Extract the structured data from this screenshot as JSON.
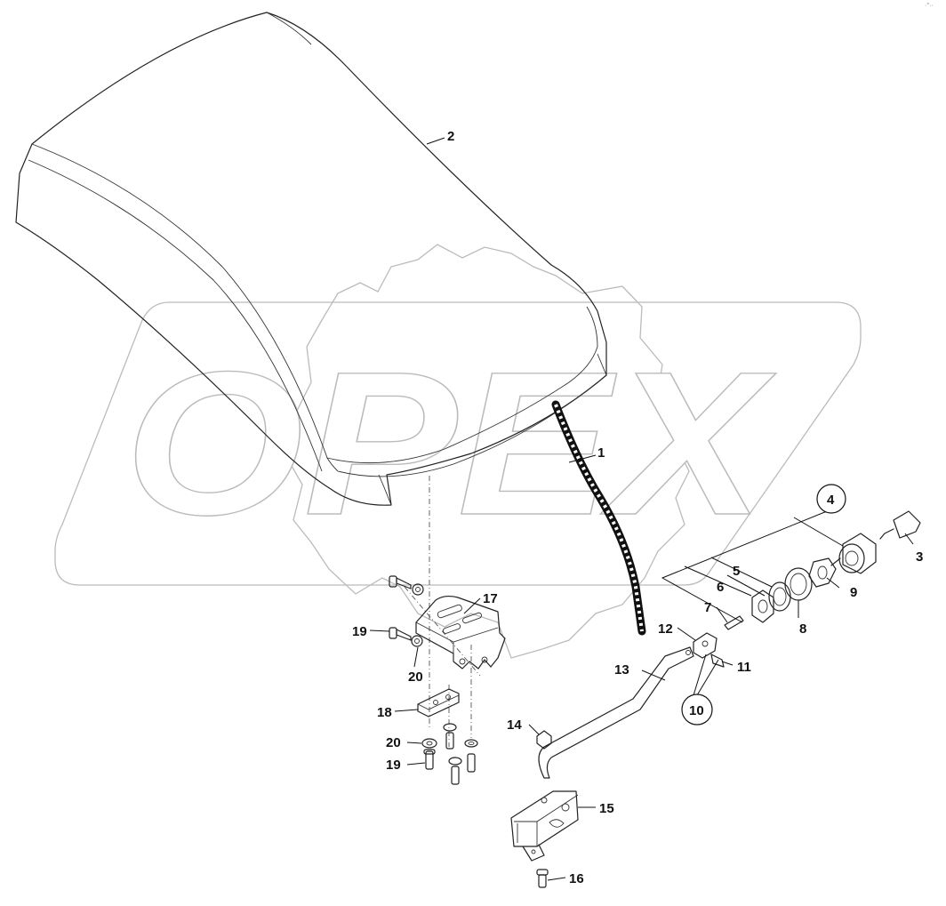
{
  "watermark": {
    "text": "OPEX",
    "color": "#bbbbbb"
  },
  "corner_mark": "·°··",
  "callouts": {
    "c1": "1",
    "c2": "2",
    "c3": "3",
    "c4": "4",
    "c5": "5",
    "c6": "6",
    "c7": "7",
    "c8": "8",
    "c9": "9",
    "c10": "10",
    "c11": "11",
    "c12": "12",
    "c13": "13",
    "c14": "14",
    "c15": "15",
    "c16": "16",
    "c17": "17",
    "c18": "18",
    "c19a": "19",
    "c19b": "19",
    "c20a": "20",
    "c20b": "20"
  },
  "colors": {
    "line": "#222222",
    "watermark": "#bbbbbb",
    "background": "#ffffff"
  }
}
